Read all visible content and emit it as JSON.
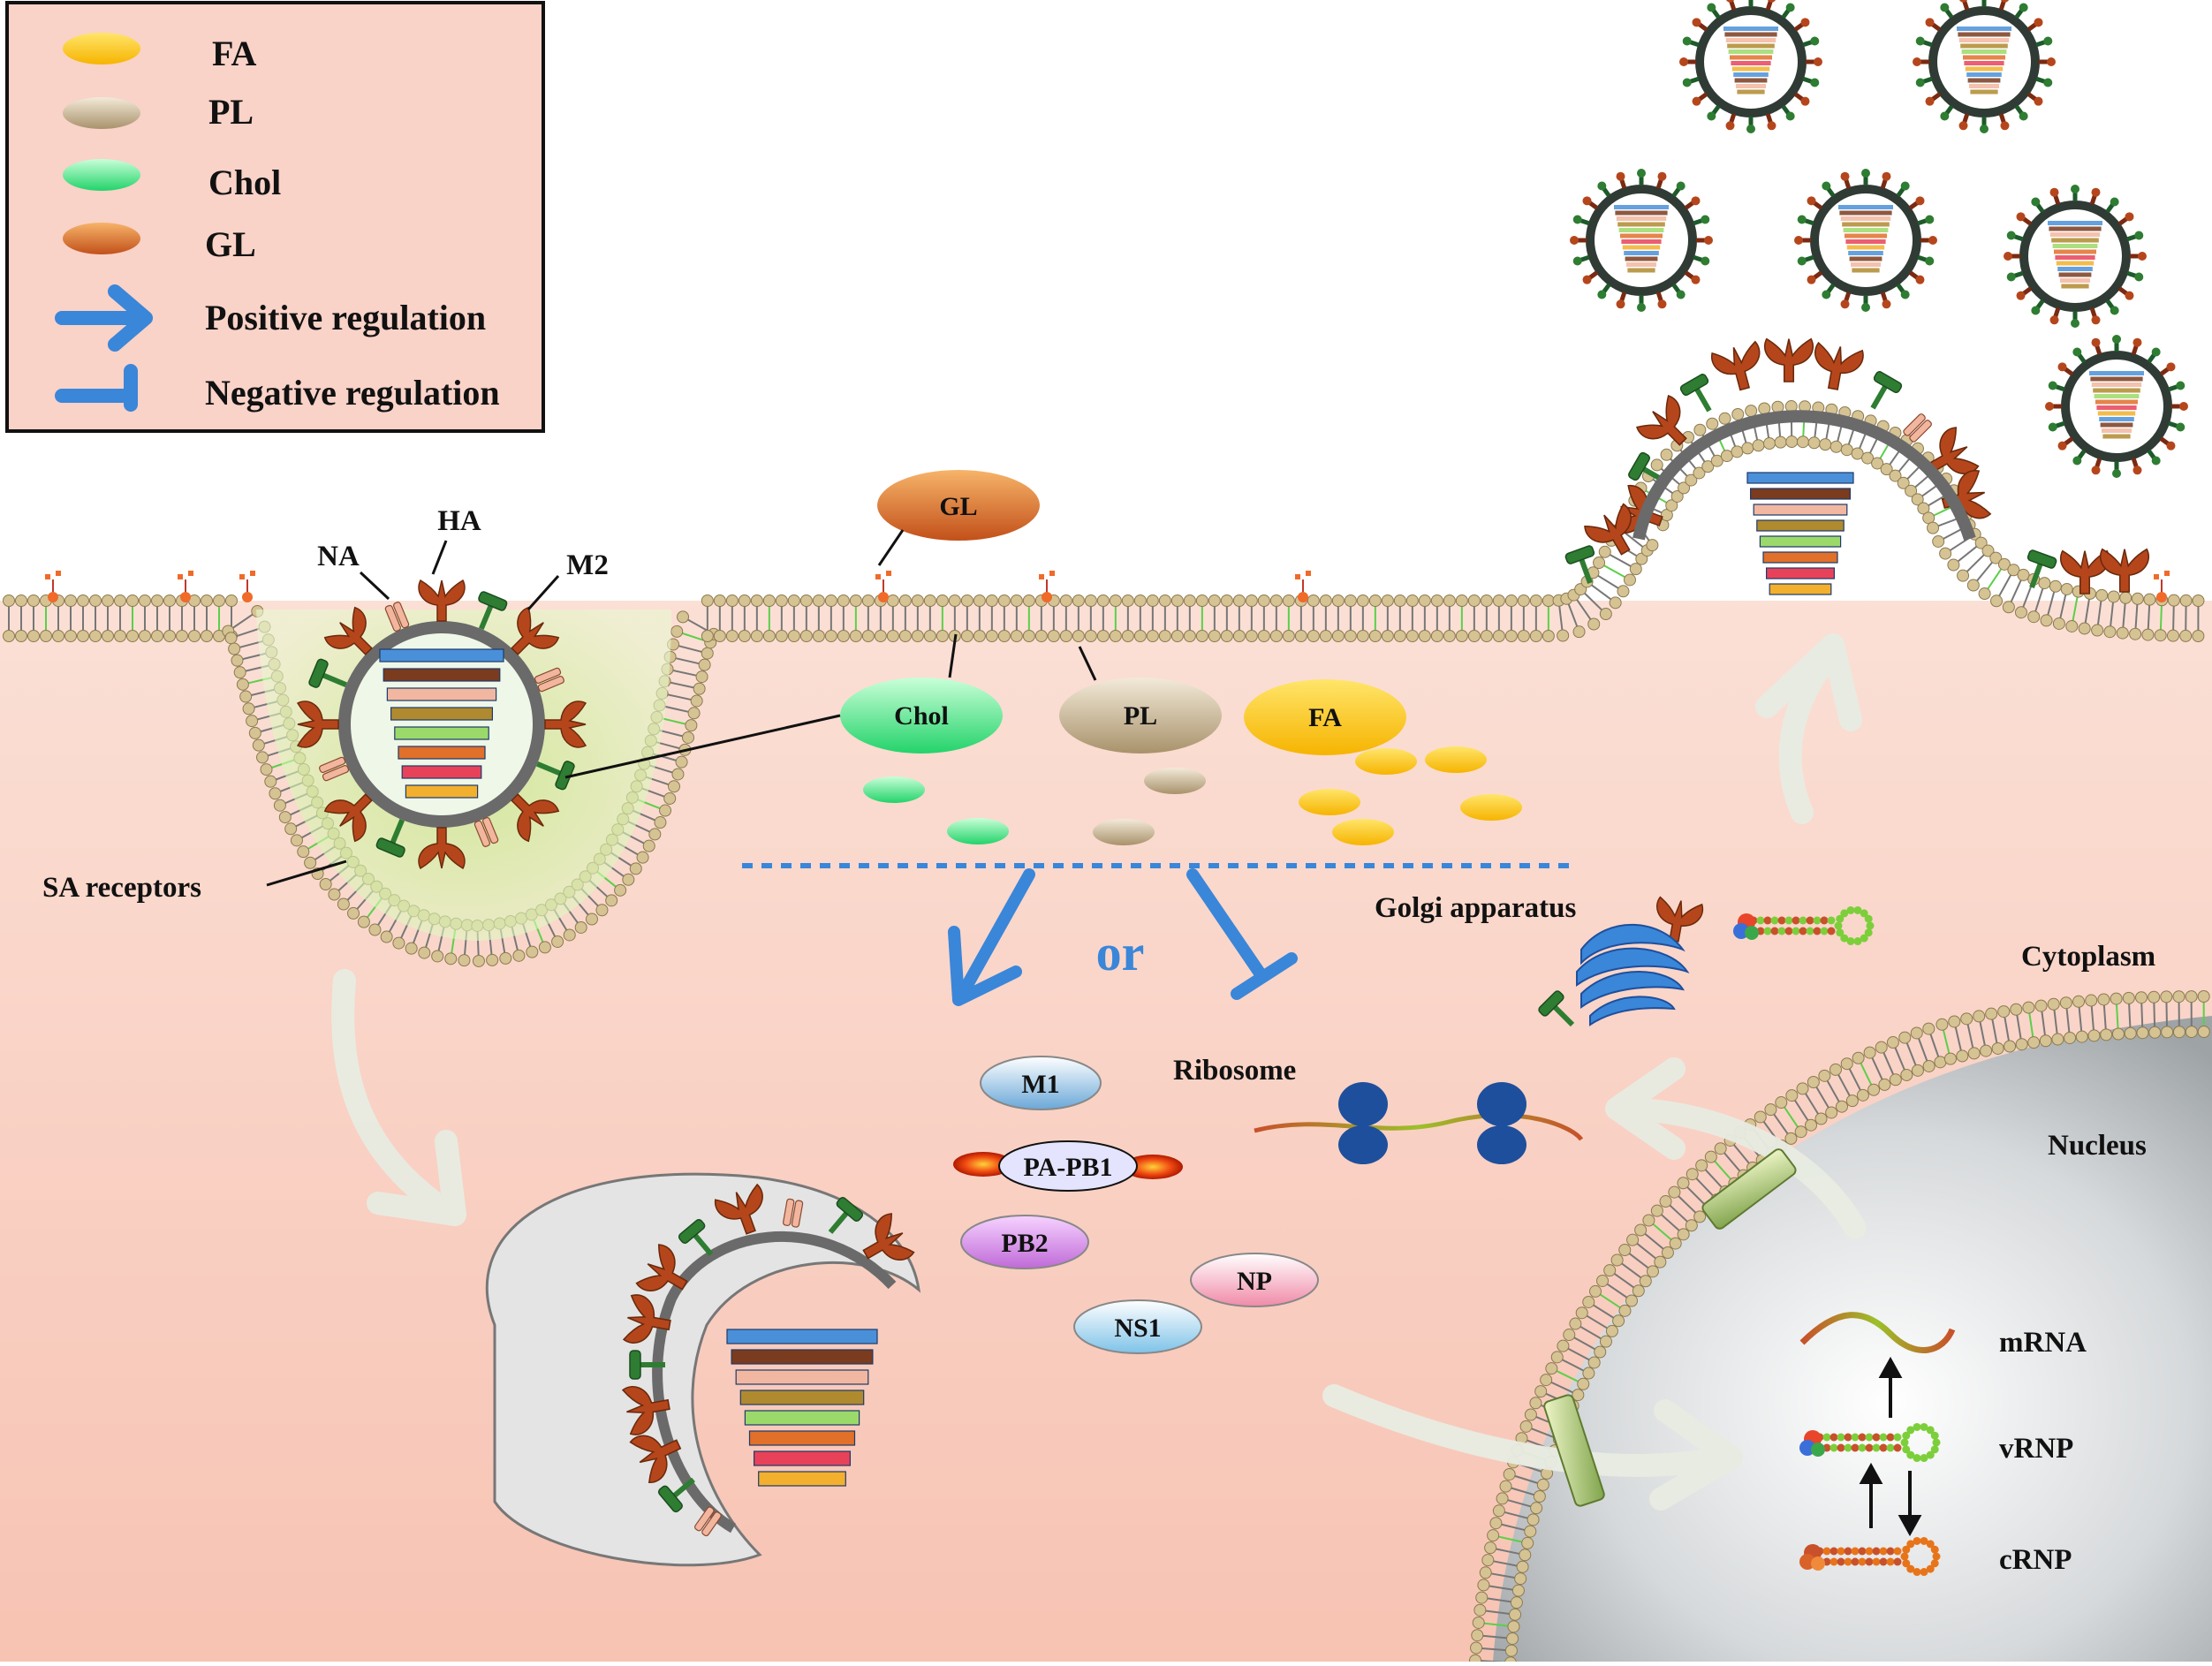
{
  "legend": {
    "items": [
      {
        "key": "fa",
        "label": "FA"
      },
      {
        "key": "pl",
        "label": "PL"
      },
      {
        "key": "chol",
        "label": "Chol"
      },
      {
        "key": "gl",
        "label": "GL"
      },
      {
        "key": "positive",
        "label": "Positive regulation"
      },
      {
        "key": "negative",
        "label": "Negative regulation"
      }
    ]
  },
  "virion_labels": {
    "ha": "HA",
    "na": "NA",
    "m2": "M2",
    "sa_receptors": "SA receptors"
  },
  "lipids": {
    "gl": "GL",
    "chol": "Chol",
    "pl": "PL",
    "fa": "FA"
  },
  "regulation": {
    "or": "or"
  },
  "proteins": {
    "m1": "M1",
    "pa_pb1": "PA-PB1",
    "pb2": "PB2",
    "np": "NP",
    "ns1": "NS1"
  },
  "organelles": {
    "ribosome": "Ribosome",
    "golgi": "Golgi apparatus",
    "cytoplasm": "Cytoplasm",
    "nucleus": "Nucleus"
  },
  "rna": {
    "mrna": "mRNA",
    "vrnp": "vRNP",
    "crnp": "cRNP"
  },
  "colors": {
    "background": "#fadad0",
    "legend_bg": "#f9d2c8",
    "ha": "#b5461c",
    "na": "#2e7d32",
    "m2": "#f2b59e",
    "arrow_blue": "#3a86d9",
    "membrane_bead": "#d6c394",
    "nucleus_gray": "#c9ccce"
  },
  "segment_colors": [
    "#4a90d9",
    "#7a3b1e",
    "#f2b7a0",
    "#b08a2e",
    "#9cd96b",
    "#e0702a",
    "#e8425a",
    "#f2b02e"
  ]
}
